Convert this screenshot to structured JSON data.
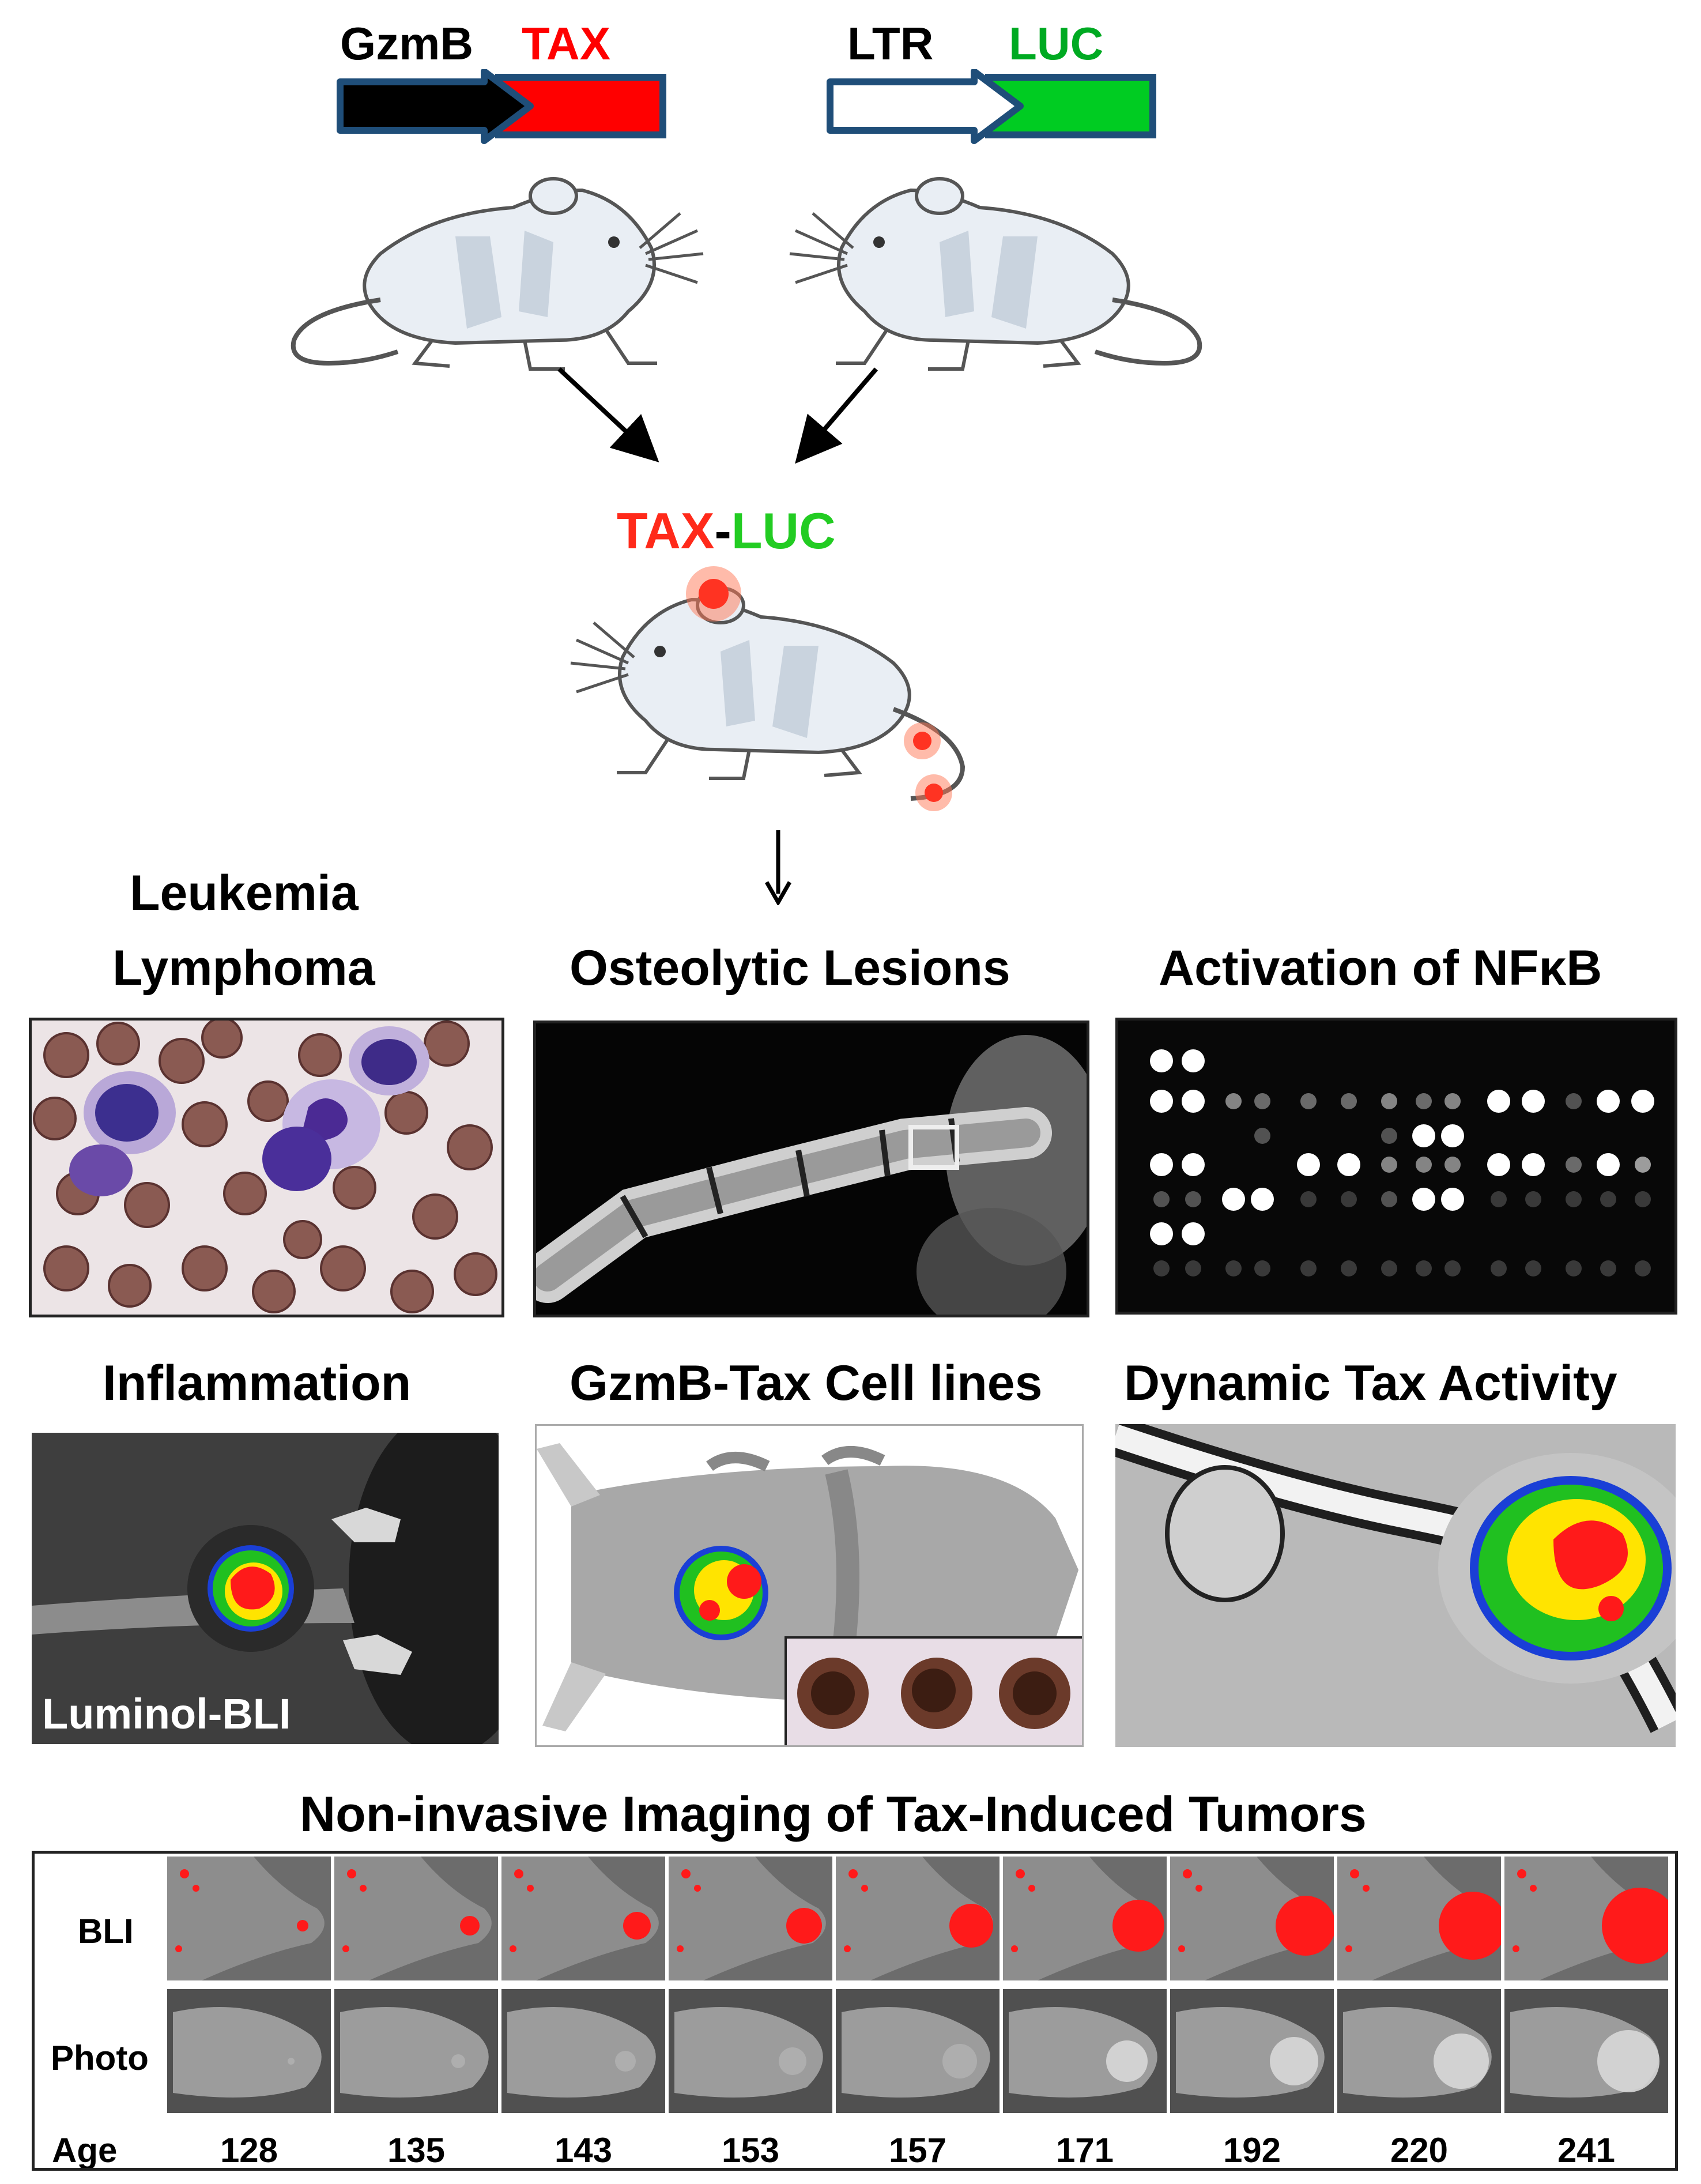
{
  "constructs": {
    "left": {
      "promoter": "GzmB",
      "gene": "TAX",
      "promoter_color": "#000000",
      "gene_color": "#ff0000"
    },
    "right": {
      "promoter": "LTR",
      "gene": "LUC",
      "promoter_color": "#ffffff",
      "gene_color": "#00cc22"
    },
    "outline_color": "#1f4e79"
  },
  "cross": {
    "gene1": "TAX",
    "separator": "-",
    "gene2": "LUC",
    "gene1_color": "#ff2a1a",
    "gene2_color": "#22cc22"
  },
  "panels": {
    "leukemia": {
      "title_line1": "Leukemia",
      "title_line2": "Lymphoma"
    },
    "osteolytic": {
      "title": "Osteolytic Lesions"
    },
    "nfkb": {
      "title": "Activation of NFκB"
    },
    "inflammation": {
      "title": "Inflammation",
      "overlay": "Luminol-BLI"
    },
    "cell_lines": {
      "title": "GzmB-Tax Cell lines"
    },
    "dynamic": {
      "title": "Dynamic Tax Activity"
    }
  },
  "imaging": {
    "title": "Non-invasive Imaging of Tax-Induced Tumors",
    "rows": [
      "BLI",
      "Photo"
    ],
    "age_label": "Age",
    "ages": [
      "128",
      "135",
      "143",
      "153",
      "157",
      "171",
      "192",
      "220",
      "241"
    ]
  },
  "colors": {
    "bli_hot": "#ff1a1a",
    "bli_mid": "#ffe400",
    "bli_low": "#20c020",
    "bli_edge": "#1a3fd6"
  }
}
